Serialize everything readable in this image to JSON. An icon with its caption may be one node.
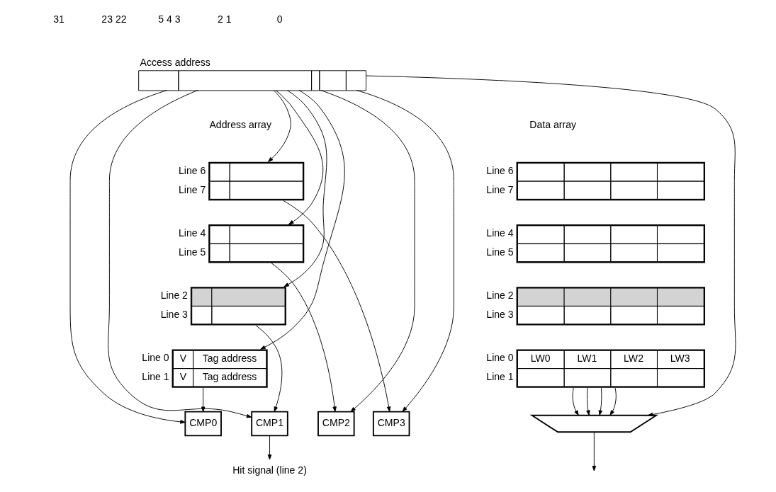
{
  "diagram": {
    "nodes": [
      {
        "text": [
          "Access address"
        ]
      },
      {
        "text": [],
        "shape": "box",
        "beside": [
          "Line 6",
          "Line 7"
        ]
      },
      {
        "text": [],
        "shape": "box",
        "beside": [
          "Line 4",
          "Line 5"
        ]
      },
      {
        "text": [],
        "shape": "box",
        "beside": [
          "Line 2",
          "Line 3"
        ]
      },
      {
        "text": [
          "V",
          "Tag address",
          "V",
          "Tag address"
        ],
        "beside": [
          "Line 0",
          "Line 1"
        ]
      },
      {
        "text": [],
        "shape": "box",
        "beside": [
          "Line 6",
          "Line 7"
        ]
      },
      {
        "text": [],
        "shape": "box",
        "beside": [
          "Line 4",
          "Line 5"
        ]
      },
      {
        "text": [],
        "shape": "box",
        "beside": [
          "Line 2",
          "Line 3"
        ]
      },
      {
        "text": [
          "LW0",
          "LW1",
          "LW2",
          "LW3"
        ],
        "beside": [
          "Line 0",
          "Line 1"
        ]
      },
      {
        "text": [
          "CMP0"
        ]
      },
      {
        "text": [
          "CMP1"
        ]
      },
      {
        "text": [
          "CMP2"
        ]
      },
      {
        "text": [
          "CMP3"
        ]
      },
      {
        "text": [],
        "shape": "trapezoid"
      },
      {
        "text": [
          "Hit signal (line 2)"
        ]
      }
    ],
    "edges": [
      {
        "from": 0,
        "to": 1,
        "arrow": "to"
      },
      {
        "from": 0,
        "to": 2,
        "arrow": "to"
      },
      {
        "from": 0,
        "to": 3,
        "arrow": "to"
      },
      {
        "from": 0,
        "to": 4,
        "arrow": "to"
      },
      {
        "from": 0,
        "to": 9,
        "arrow": "to"
      },
      {
        "from": 0,
        "to": 10,
        "arrow": "to"
      },
      {
        "from": 0,
        "to": 11,
        "arrow": "to"
      },
      {
        "from": 0,
        "to": 12,
        "arrow": "to"
      },
      {
        "from": 0,
        "to": 13,
        "arrow": "to"
      },
      {
        "from": 4,
        "to": 9,
        "arrow": "to"
      },
      {
        "from": 3,
        "to": 10,
        "arrow": "to"
      },
      {
        "from": 2,
        "to": 11,
        "arrow": "to"
      },
      {
        "from": 1,
        "to": 12,
        "arrow": "to"
      },
      {
        "from": 8,
        "to": 13,
        "arrow": "to"
      },
      {
        "from": 8,
        "to": 13,
        "arrow": "to"
      },
      {
        "from": 8,
        "to": 13,
        "arrow": "to"
      },
      {
        "from": 8,
        "to": 13,
        "arrow": "to"
      },
      {
        "from": 10,
        "to": 14,
        "arrow": "to"
      },
      {
        "from": 13,
        "to": null,
        "arrow": "to"
      }
    ],
    "labels": [
      "31",
      "23 22",
      "5 4 3",
      "2 1",
      "0",
      "Address array",
      "Data array"
    ]
  }
}
